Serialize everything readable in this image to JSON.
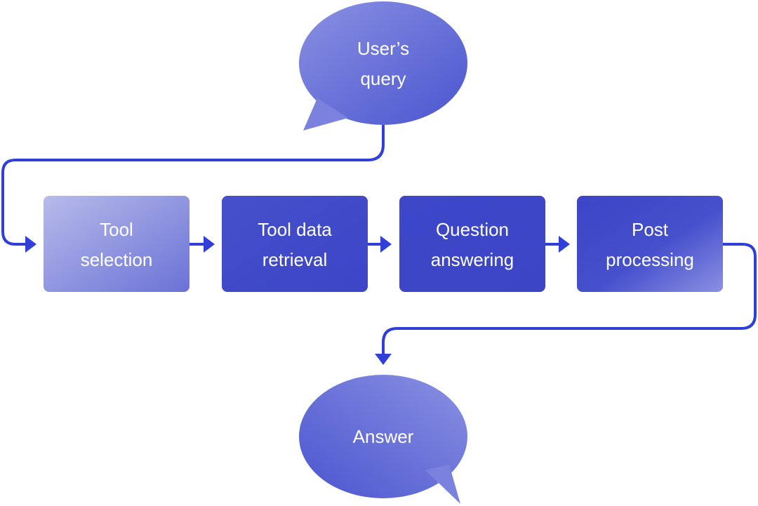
{
  "diagram": {
    "input_bubble": {
      "line1": "User’s",
      "line2": "query"
    },
    "steps": [
      {
        "line1": "Tool",
        "line2": "selection"
      },
      {
        "line1": "Tool data",
        "line2": "retrieval"
      },
      {
        "line1": "Question",
        "line2": "answering"
      },
      {
        "line1": "Post",
        "line2": "processing"
      }
    ],
    "output_bubble": {
      "label": "Answer"
    }
  },
  "colors": {
    "connector": "#2f3fd8",
    "box_dark": "#3b45c6",
    "box_light": "#b7bbea",
    "bubble_dark": "#4a55cf",
    "bubble_light": "#8a91e2"
  }
}
